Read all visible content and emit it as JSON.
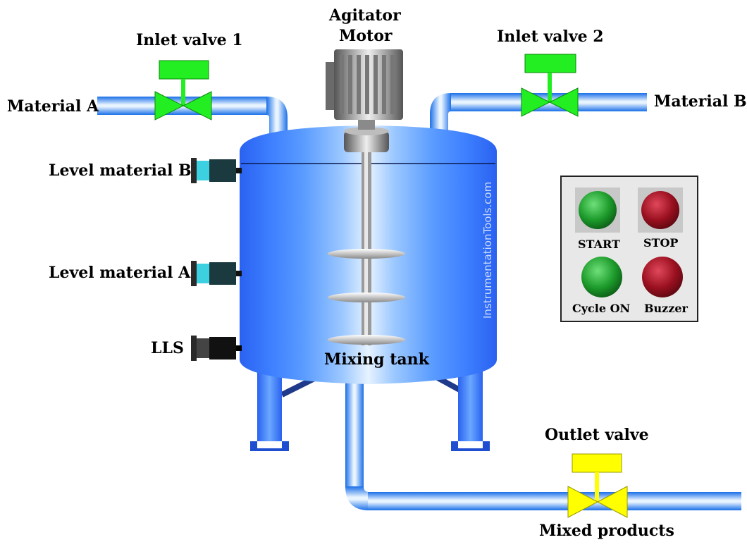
{
  "labels": {
    "inlet_valve_1": "Inlet valve 1",
    "inlet_valve_2": "Inlet valve 2",
    "agitator_motor_line1": "Agitator",
    "agitator_motor_line2": "Motor",
    "material_a": "Material A",
    "material_b": "Material B",
    "level_material_b": "Level material B",
    "level_material_a": "Level material A",
    "lls": "LLS",
    "mixing_tank": "Mixing tank",
    "outlet_valve": "Outlet valve",
    "mixed_products": "Mixed products",
    "watermark": "InstrumentationTools.com"
  },
  "panel": {
    "start": "START",
    "stop": "STOP",
    "cycle_on": "Cycle ON",
    "buzzer": "Buzzer"
  },
  "colors": {
    "pipe": "#2f8dff",
    "tank": "#3d7fff",
    "inlet_valve": "#22ee22",
    "outlet_valve": "#ffff00",
    "start_light": "#1c9a2a",
    "stop_light": "#9a1020",
    "panel_bg": "#e8e8e8"
  }
}
